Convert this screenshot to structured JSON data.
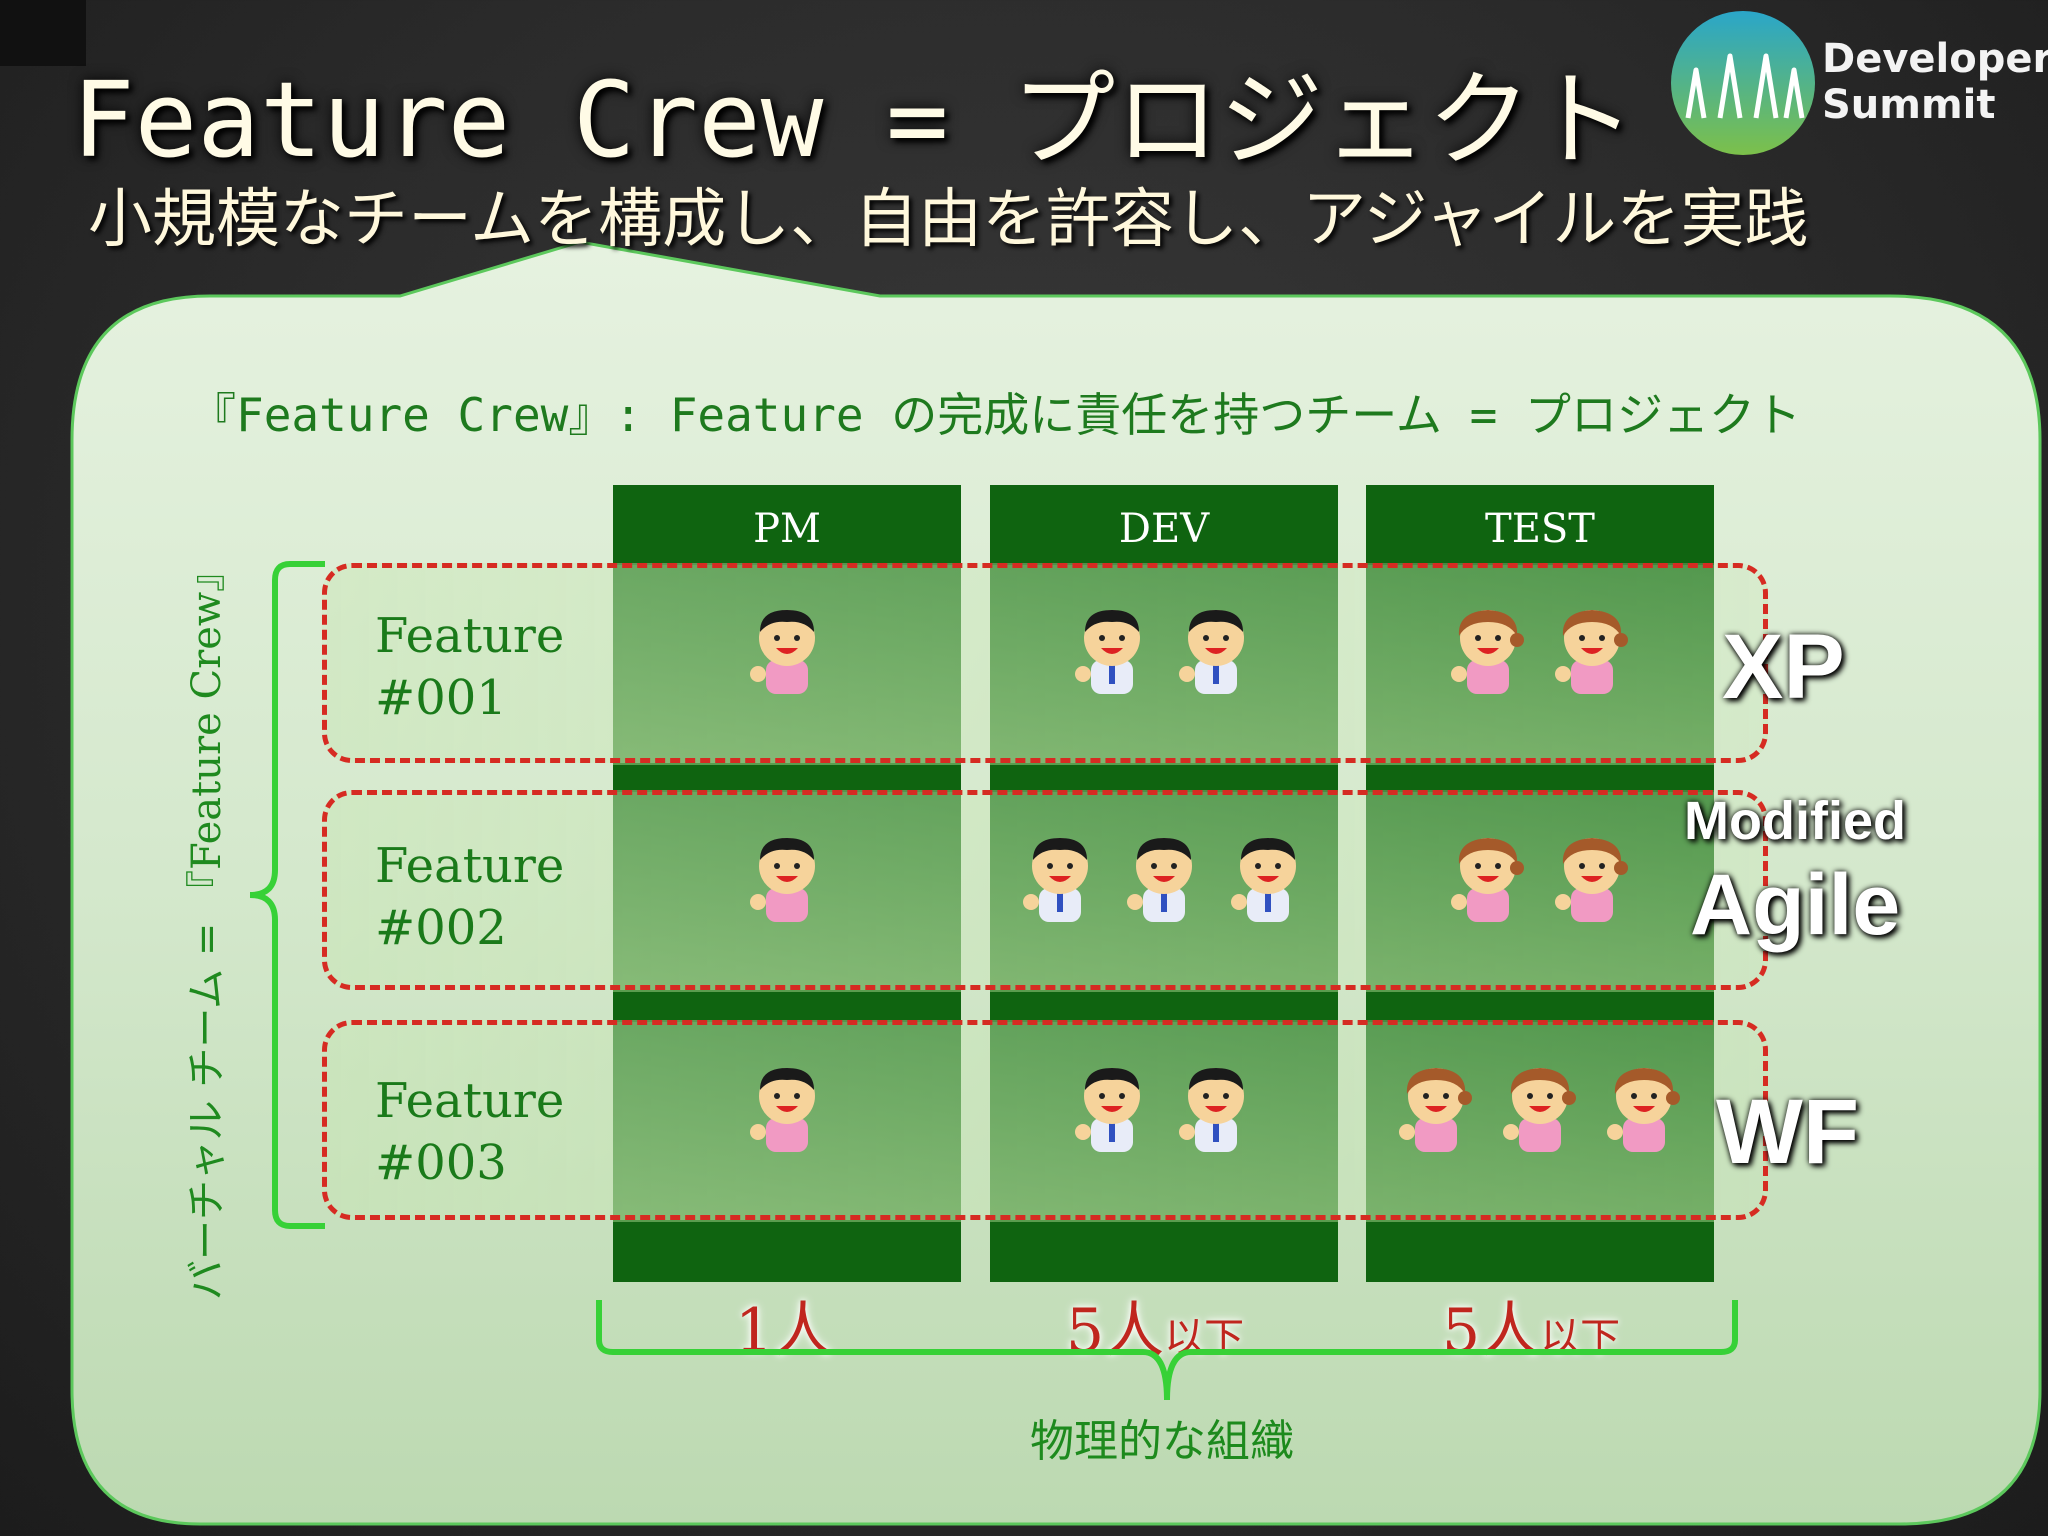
{
  "slide": {
    "title": "Feature Crew = プロジェクト",
    "subtitle": "小規模なチームを構成し、自由を許容し、アジャイルを実践",
    "logo": {
      "line1": "Developers",
      "line2": "Summit"
    },
    "definition": "『Feature Crew』: Feature の完成に責任を持つチーム = プロジェクト",
    "vertical_label": "バーチャル チーム = 『Feature Crew』",
    "columns": [
      {
        "label": "PM",
        "count_number": "1人",
        "count_suffix": ""
      },
      {
        "label": "DEV",
        "count_number": "5人",
        "count_suffix": "以下"
      },
      {
        "label": "TEST",
        "count_number": "5人",
        "count_suffix": "以下"
      }
    ],
    "features": [
      {
        "name": "Feature",
        "id": "#001",
        "pm": 1,
        "dev": 2,
        "test": 2
      },
      {
        "name": "Feature",
        "id": "#002",
        "pm": 1,
        "dev": 3,
        "test": 2
      },
      {
        "name": "Feature",
        "id": "#003",
        "pm": 1,
        "dev": 2,
        "test": 3
      }
    ],
    "methods": {
      "xp": "XP",
      "modified": "Modified",
      "agile": "Agile",
      "wf": "WF"
    },
    "physical_label": "物理的な組織",
    "colors": {
      "column_green": "#0f6410",
      "dashed_red": "#d62b22",
      "bracket_green": "#3ddc3d",
      "panel": "#d6ecd0"
    },
    "icons": [
      "pm-person-icon",
      "dev-person-icon",
      "test-person-icon",
      "bracket-icon",
      "logo-trees-icon"
    ]
  }
}
